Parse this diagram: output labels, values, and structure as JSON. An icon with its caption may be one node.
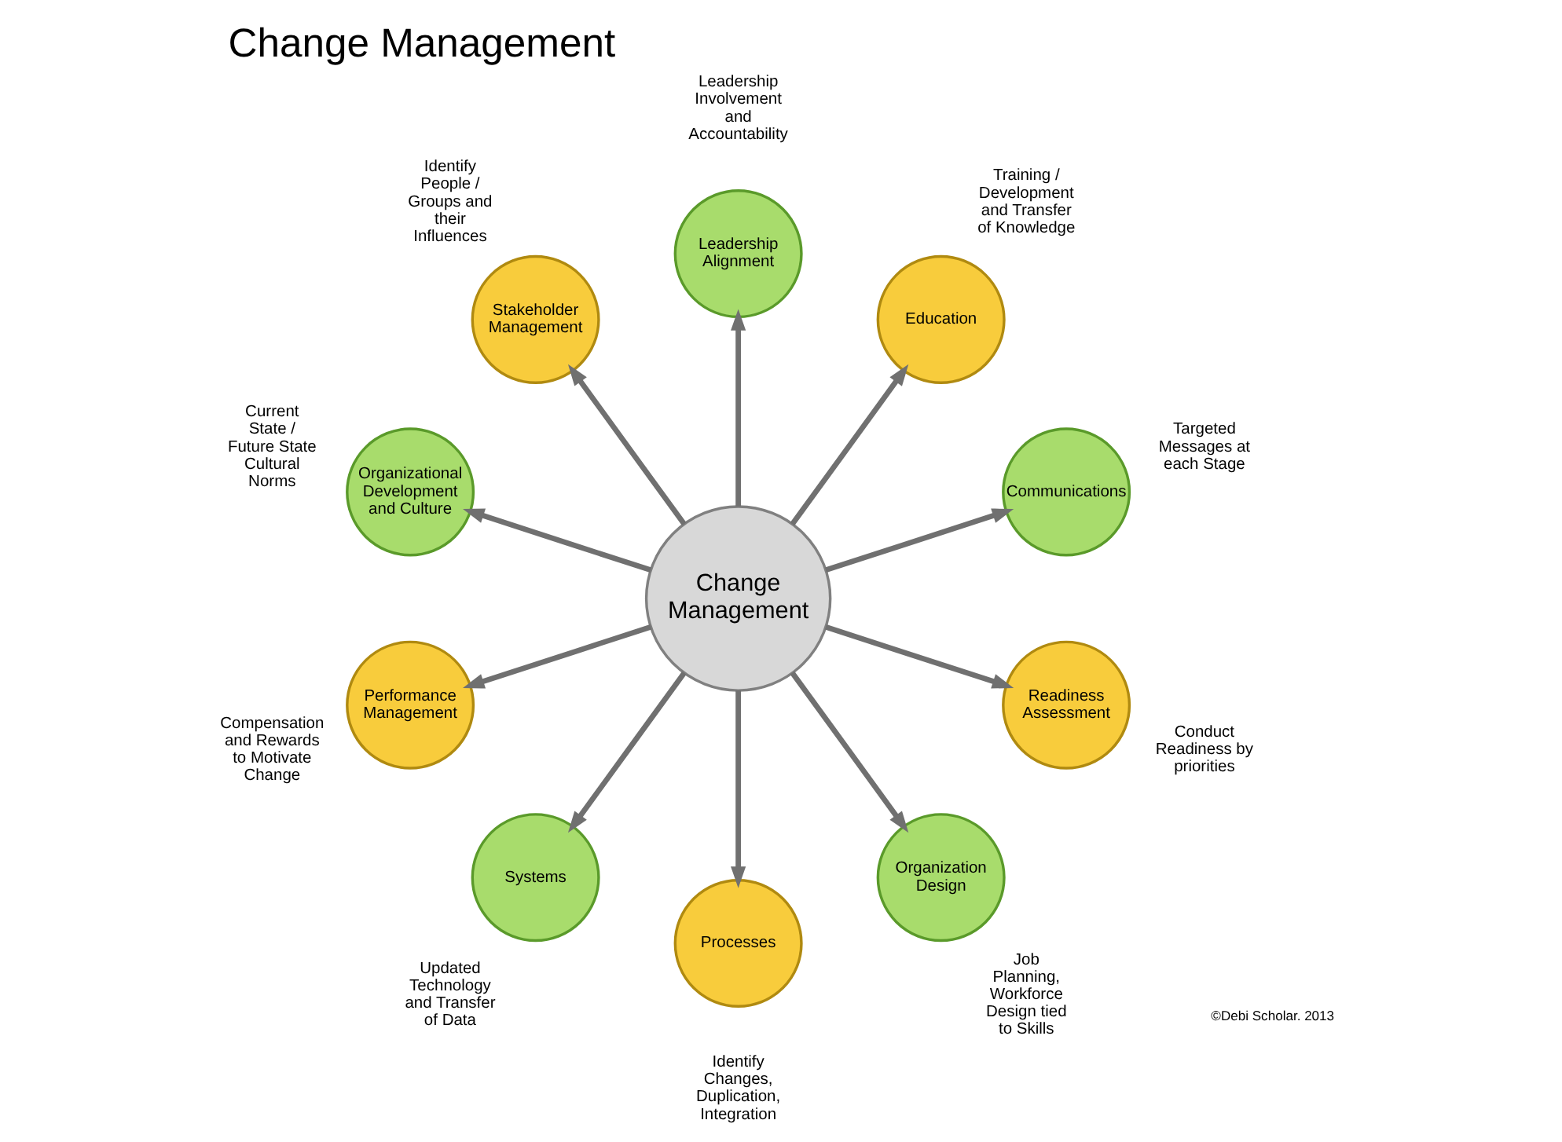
{
  "diagram": {
    "title": "Change Management",
    "nodes": [
      {
        "text": [
          "Change Management"
        ]
      },
      {
        "text": [
          "Communications"
        ],
        "beside": [
          "Targeted Messages at each Stage"
        ]
      },
      {
        "text": [
          "Education"
        ],
        "beside": [
          "Training / Development and Transfer of Knowledge"
        ]
      },
      {
        "text": [
          "Leadership Alignment"
        ],
        "beside": [
          "Leadership Involvement and Accountability"
        ]
      },
      {
        "text": [
          "Stakeholder Management"
        ],
        "beside": [
          "Identify People / Groups and their Influences"
        ]
      },
      {
        "text": [
          "Organizational Development and Culture"
        ],
        "beside": [
          "Current State / Future State Cultural Norms"
        ]
      },
      {
        "text": [
          "Performance Management"
        ],
        "beside": [
          "Compensation and Rewards to Motivate Change"
        ]
      },
      {
        "text": [
          "Systems"
        ],
        "beside": [
          "Updated Technology and Transfer of Data"
        ]
      },
      {
        "text": [
          "Processes"
        ],
        "beside": [
          "Identify Changes, Duplication, Integration"
        ]
      },
      {
        "text": [
          "Organization Design"
        ],
        "beside": [
          "Job Planning, Workforce Design tied to Skills"
        ]
      },
      {
        "text": [
          "Readiness Assessment"
        ],
        "beside": [
          "Conduct Readiness by priorities"
        ]
      }
    ],
    "edges": [
      {
        "from": 0,
        "to": 1,
        "arrow": "to"
      },
      {
        "from": 0,
        "to": 2,
        "arrow": "to"
      },
      {
        "from": 0,
        "to": 3,
        "arrow": "to"
      },
      {
        "from": 0,
        "to": 4,
        "arrow": "to"
      },
      {
        "from": 0,
        "to": 5,
        "arrow": "to"
      },
      {
        "from": 0,
        "to": 6,
        "arrow": "to"
      },
      {
        "from": 0,
        "to": 7,
        "arrow": "to"
      },
      {
        "from": 0,
        "to": 8,
        "arrow": "to"
      },
      {
        "from": 0,
        "to": 9,
        "arrow": "to"
      },
      {
        "from": 0,
        "to": 10,
        "arrow": "to"
      }
    ],
    "labels": [
      "©Debi Scholar. 2013"
    ]
  }
}
